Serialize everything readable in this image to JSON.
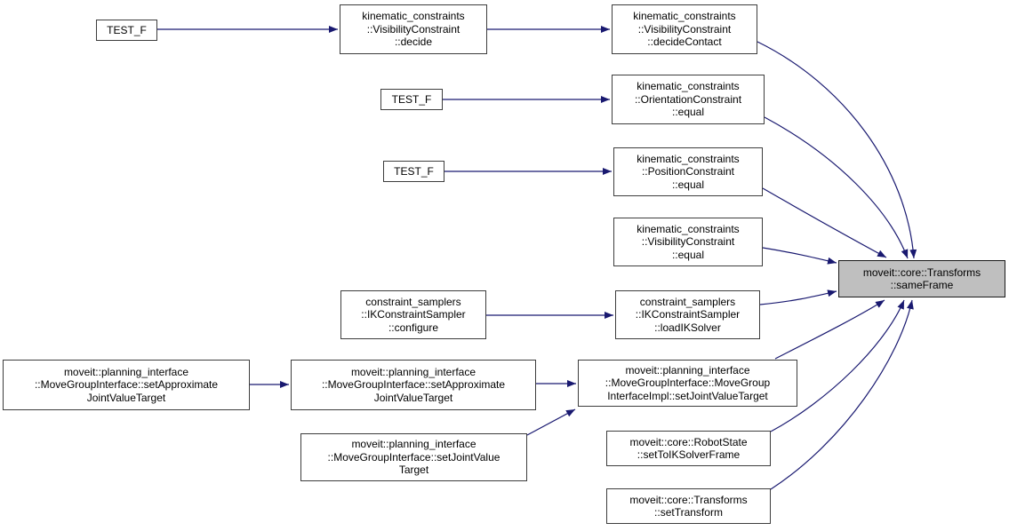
{
  "graph_meta": {
    "kind": "call-graph",
    "focus_function": "moveit::core::Transforms::sameFrame"
  },
  "colors": {
    "edge": "#191970",
    "node_border": "#3d3d3d",
    "node_fill": "#ffffff",
    "highlight_fill": "#bfbfbf",
    "text": "#000000",
    "background": "#ffffff"
  },
  "nodes": {
    "test_f_1": {
      "label": "TEST_F"
    },
    "visibility_decide": {
      "label": "kinematic_constraints\n::VisibilityConstraint\n::decide"
    },
    "visibility_decide_contact": {
      "label": "kinematic_constraints\n::VisibilityConstraint\n::decideContact"
    },
    "test_f_2": {
      "label": "TEST_F"
    },
    "orientation_equal": {
      "label": "kinematic_constraints\n::OrientationConstraint\n::equal"
    },
    "test_f_3": {
      "label": "TEST_F"
    },
    "position_equal": {
      "label": "kinematic_constraints\n::PositionConstraint\n::equal"
    },
    "visibility_equal": {
      "label": "kinematic_constraints\n::VisibilityConstraint\n::equal"
    },
    "ik_configure": {
      "label": "constraint_samplers\n::IKConstraintSampler\n::configure"
    },
    "ik_load_solver": {
      "label": "constraint_samplers\n::IKConstraintSampler\n::loadIKSolver"
    },
    "same_frame": {
      "label": "moveit::core::Transforms\n::sameFrame",
      "highlighted": true
    },
    "set_approx_joint_target_1": {
      "label": "moveit::planning_interface\n::MoveGroupInterface::setApproximate\nJointValueTarget"
    },
    "set_approx_joint_target_2": {
      "label": "moveit::planning_interface\n::MoveGroupInterface::setApproximate\nJointValueTarget"
    },
    "impl_set_joint_value_target": {
      "label": "moveit::planning_interface\n::MoveGroupInterface::MoveGroup\nInterfaceImpl::setJointValueTarget"
    },
    "set_joint_value_target": {
      "label": "moveit::planning_interface\n::MoveGroupInterface::setJointValue\nTarget"
    },
    "set_to_ik_solver_frame": {
      "label": "moveit::core::RobotState\n::setToIKSolverFrame"
    },
    "set_transform": {
      "label": "moveit::core::Transforms\n::setTransform"
    }
  },
  "edges": [
    {
      "from": "test_f_1",
      "to": "visibility_decide"
    },
    {
      "from": "visibility_decide",
      "to": "visibility_decide_contact"
    },
    {
      "from": "visibility_decide_contact",
      "to": "same_frame"
    },
    {
      "from": "test_f_2",
      "to": "orientation_equal"
    },
    {
      "from": "orientation_equal",
      "to": "same_frame"
    },
    {
      "from": "test_f_3",
      "to": "position_equal"
    },
    {
      "from": "position_equal",
      "to": "same_frame"
    },
    {
      "from": "visibility_equal",
      "to": "same_frame"
    },
    {
      "from": "ik_configure",
      "to": "ik_load_solver"
    },
    {
      "from": "ik_load_solver",
      "to": "same_frame"
    },
    {
      "from": "set_approx_joint_target_1",
      "to": "set_approx_joint_target_2"
    },
    {
      "from": "set_approx_joint_target_2",
      "to": "impl_set_joint_value_target"
    },
    {
      "from": "set_joint_value_target",
      "to": "impl_set_joint_value_target"
    },
    {
      "from": "impl_set_joint_value_target",
      "to": "same_frame"
    },
    {
      "from": "set_to_ik_solver_frame",
      "to": "same_frame"
    },
    {
      "from": "set_transform",
      "to": "same_frame"
    }
  ]
}
